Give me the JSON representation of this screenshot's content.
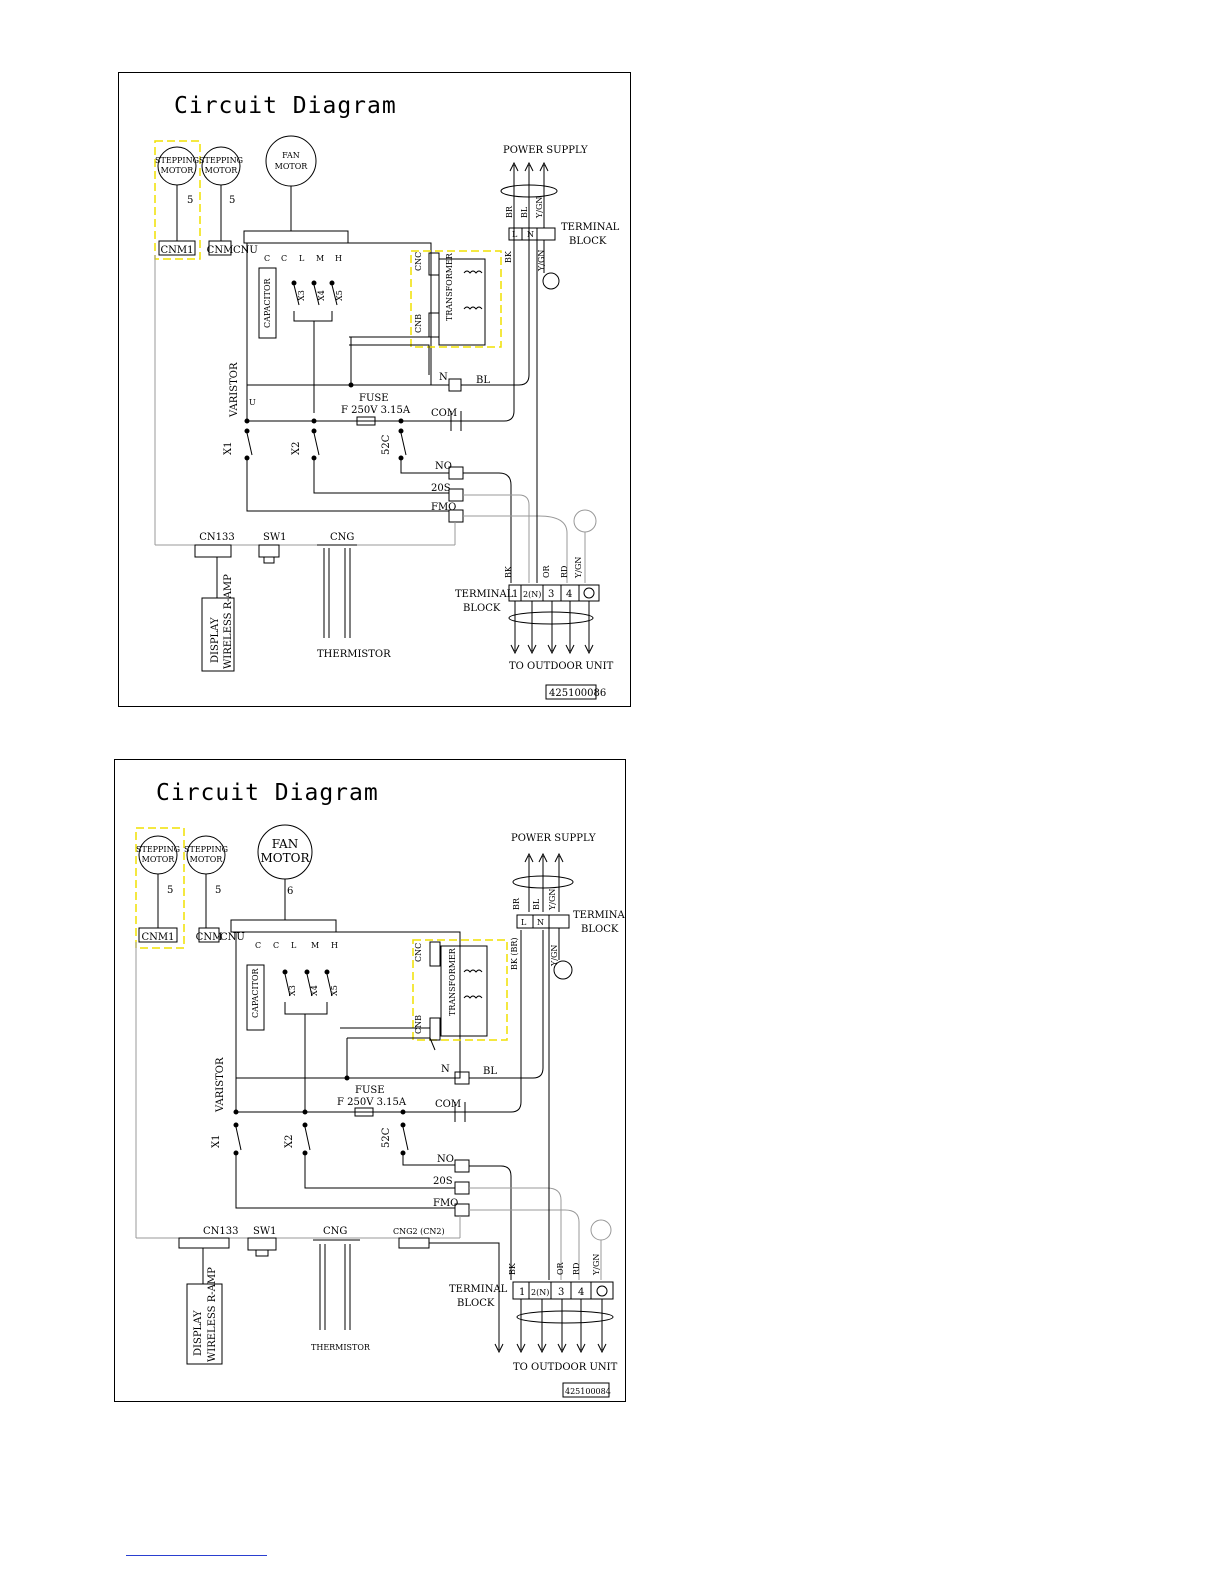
{
  "diagrams": [
    {
      "title": "Circuit Diagram",
      "stepping_motor_1": "STEPPING MOTOR",
      "stepping_motor_2": "STEPPING MOTOR",
      "fan_motor": "FAN MOTOR",
      "wires_sm1": "5",
      "wires_sm2": "5",
      "connectors": {
        "cnm1": "CNM1",
        "cnm": "CNM",
        "cnu": "CNU",
        "cnc": "CNC",
        "cnb": "CNB",
        "cn133": "CN133",
        "sw1": "SW1",
        "cng": "CNG"
      },
      "fan_taps": [
        "C",
        "C",
        "L",
        "M",
        "H"
      ],
      "capacitor": "CAPACITOR",
      "relays": {
        "x1": "X1",
        "x2": "X2",
        "x3": "X3",
        "x4": "X4",
        "x5": "X5",
        "c52": "52C"
      },
      "transformer": "TRANSFORMER",
      "varistor": "VARISTOR",
      "varistor_sym": "U",
      "fuse_label": "FUSE",
      "fuse_rating": "F  250V  3.15A",
      "pins": {
        "n": "N",
        "com": "COM",
        "no": "NO",
        "s20": "20S",
        "fmo": "FMO",
        "bl": "BL"
      },
      "power_supply": "POWER  SUPPLY",
      "supply_colors": [
        "BR",
        "BL",
        "Y/GN"
      ],
      "bk": "BK",
      "ygn": "Y/GN",
      "terminal_block_top_1": "TERMINAL",
      "terminal_block_top_2": "BLOCK",
      "top_terms": [
        "L",
        "N"
      ],
      "display": "DISPLAY",
      "wireless": "WIRELESS R-AMP",
      "thermistor": "THERMISTOR",
      "terminal_block_bottom_1": "TERMINAL",
      "terminal_block_bottom_2": "BLOCK",
      "bottom_colors": [
        "BK",
        "OR",
        "RD",
        "Y/GN"
      ],
      "bottom_terms": [
        "1",
        "2(N)",
        "3",
        "4"
      ],
      "to_outdoor": "TO OUTDOOR UNIT",
      "code": "425100086"
    },
    {
      "title": "Circuit Diagram",
      "stepping_motor_1": "STEPPING MOTOR",
      "stepping_motor_2": "STEPPING MOTOR",
      "fan_motor": "FAN MOTOR",
      "wires_sm1": "5",
      "wires_sm2": "5",
      "wires_fan": "6",
      "connectors": {
        "cnm1": "CNM1",
        "cnm": "CNM",
        "cnu": "CNU",
        "cnc": "CNC",
        "cnb": "CNB",
        "cn133": "CN133",
        "sw1": "SW1",
        "cng": "CNG",
        "cng2": "CNG2 (CN2)"
      },
      "fan_taps": [
        "C",
        "C",
        "L",
        "M",
        "H"
      ],
      "capacitor": "CAPACITOR",
      "relays": {
        "x1": "X1",
        "x2": "X2",
        "x3": "X3",
        "x4": "X4",
        "x5": "X5",
        "c52": "52C"
      },
      "transformer": "TRANSFORMER",
      "varistor": "VARISTOR",
      "fuse_label": "FUSE",
      "fuse_rating": "F  250V  3.15A",
      "pins": {
        "n": "N",
        "com": "COM",
        "no": "NO",
        "s20": "20S",
        "fmo": "FMO",
        "bl": "BL"
      },
      "power_supply": "POWER  SUPPLY",
      "supply_colors": [
        "BR",
        "BL",
        "Y/GN"
      ],
      "bk": "BK (BR)",
      "ygn": "Y/GN",
      "terminal_block_top_1": "TERMINAL",
      "terminal_block_top_2": "BLOCK",
      "top_terms": [
        "L",
        "N"
      ],
      "display": "DISPLAY",
      "wireless": "WIRELESS R-AMP",
      "thermistor": "THERMISTOR",
      "terminal_block_bottom_1": "TERMINAL",
      "terminal_block_bottom_2": "BLOCK",
      "bottom_colors": [
        "BK",
        "OR",
        "RD",
        "Y/GN"
      ],
      "bottom_terms": [
        "1",
        "2(N)",
        "3",
        "4"
      ],
      "to_outdoor": "TO OUTDOOR UNIT",
      "code": "425100084"
    }
  ]
}
